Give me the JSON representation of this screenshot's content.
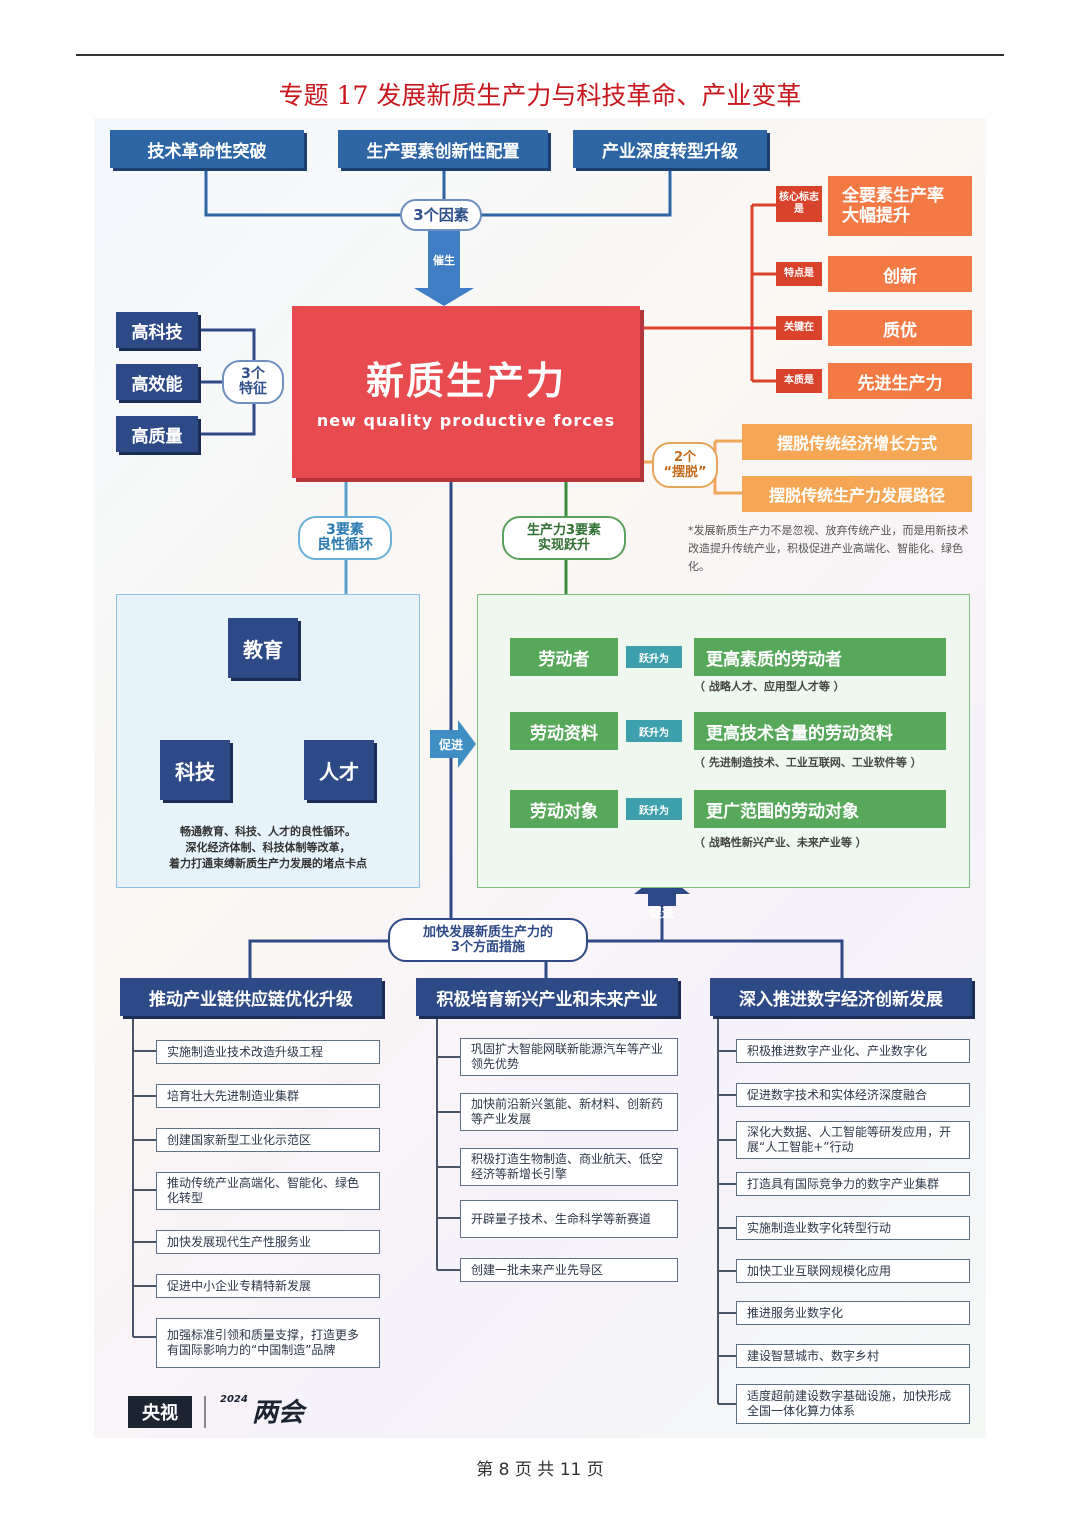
{
  "header": {
    "title": "专题 17  发展新质生产力与科技革命、产业变革"
  },
  "top_factors": [
    "技术革命性突破",
    "生产要素创新性配置",
    "产业深度转型升级"
  ],
  "factors_label": "3个因素",
  "birth_label": "催生",
  "core": {
    "cn": "新质生产力",
    "en": "new quality productive forces"
  },
  "features": {
    "items": [
      "高科技",
      "高效能",
      "高质量"
    ],
    "label_num": "3个",
    "label_text": "特征"
  },
  "right_items": [
    {
      "tag": "核心标志是",
      "text": "全要素生产率大幅提升"
    },
    {
      "tag": "特点是",
      "text": "创新"
    },
    {
      "tag": "关键在",
      "text": "质优"
    },
    {
      "tag": "本质是",
      "text": "先进生产力"
    }
  ],
  "breakaway": {
    "label_num": "2个",
    "label_text": "“摆脱”",
    "items": [
      "摆脱传统经济增长方式",
      "摆脱传统生产力发展路径"
    ],
    "note": "*发展新质生产力不是忽视、放弃传统产业，而是用新技术改造提升传统产业，积极促进产业高端化、智能化、绿色化。"
  },
  "cycle": {
    "label_l1": "3要素",
    "label_l2": "良性循环",
    "nodes": [
      "教育",
      "科技",
      "人才"
    ],
    "caption": [
      "畅通教育、科技、人才的良性循环。",
      "深化经济体制、科技体制等改革，",
      "着力打通束缚新质生产力发展的堵点卡点"
    ]
  },
  "promote_label": "促进",
  "leap": {
    "label_l1": "生产力3要素",
    "label_l2": "实现跃升",
    "arrow_label": "跃升为",
    "rows": [
      {
        "from": "劳动者",
        "to": "更高素质的劳动者",
        "note": "（ 战略人才、应用型人才等 ）"
      },
      {
        "from": "劳动资料",
        "to": "更高技术含量的劳动资料",
        "note": "（ 先进制造技术、工业互联网、工业软件等 ）"
      },
      {
        "from": "劳动对象",
        "to": "更广范围的劳动对象",
        "note": "（ 战略性新兴产业、未来产业等 ）"
      }
    ]
  },
  "measures": {
    "label_l1": "加快发展新质生产力的",
    "label_l2": "3个方面措施",
    "columns": [
      {
        "title": "推动产业链供应链优化升级",
        "items": [
          "实施制造业技术改造升级工程",
          "培育壮大先进制造业集群",
          "创建国家新型工业化示范区",
          "推动传统产业高端化、智能化、绿色化转型",
          "加快发展现代生产性服务业",
          "促进中小企业专精特新发展",
          "加强标准引领和质量支撑，打造更多有国际影响力的“中国制造”品牌"
        ]
      },
      {
        "title": "积极培育新兴产业和未来产业",
        "items": [
          "巩固扩大智能网联新能源汽车等产业领先优势",
          "加快前沿新兴氢能、新材料、创新药等产业发展",
          "积极打造生物制造、商业航天、低空经济等新增长引擎",
          "开辟量子技术、生命科学等新赛道",
          "创建一批未来产业先导区"
        ]
      },
      {
        "title": "深入推进数字经济创新发展",
        "items": [
          "积极推进数字产业化、产业数字化",
          "促进数字技术和实体经济深度融合",
          "深化大数据、人工智能等研发应用，开展“人工智能+”行动",
          "打造具有国际竞争力的数字产业集群",
          "实施制造业数字化转型行动",
          "加快工业互联网规模化应用",
          "推进服务业数字化",
          "建设智慧城市、数字乡村",
          "适度超前建设数字基础设施，加快形成全国一体化算力体系"
        ]
      }
    ]
  },
  "logos": {
    "cctv": "央视",
    "year": "2024",
    "event": "两会"
  },
  "footer": {
    "page": "第 8 页 共 11 页"
  },
  "colors": {
    "title_red": "#c8161d",
    "core_red": "#e84b4f",
    "blue": "#2d65a5",
    "navy": "#2e4a86",
    "orange": "#f47a45",
    "green": "#57a85a"
  }
}
